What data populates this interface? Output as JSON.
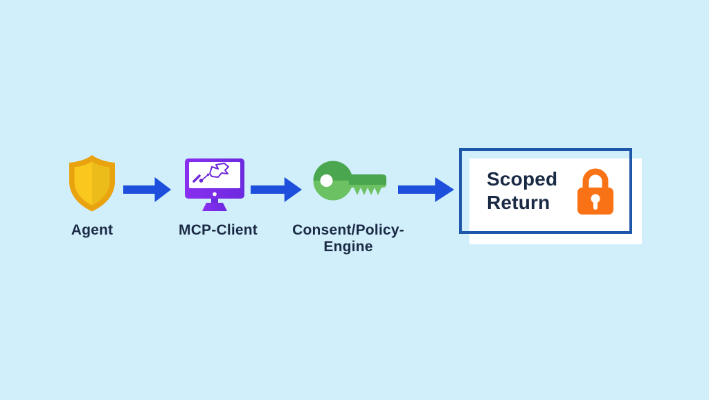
{
  "diagram": {
    "background_color": "#d1effb",
    "arrow_color": "#1d4fdc",
    "label_color": "#1b2a44",
    "nodes": [
      {
        "id": "agent",
        "label": "Agent",
        "icon": "shield-icon",
        "icon_colors": {
          "outer": "#e8a30e",
          "inner": "#f9c71d"
        }
      },
      {
        "id": "mcp-client",
        "label": "MCP-Client",
        "icon": "monitor-icon",
        "icon_colors": {
          "frame": "#7b2ce8",
          "screen": "#ffffff",
          "doodle": "#6d28d9",
          "stand": "#6c2ade"
        }
      },
      {
        "id": "consent-policy-engine",
        "label": "Consent/Policy-Engine",
        "label_lines": [
          "Consent/Policy-",
          "Engine"
        ],
        "icon": "key-icon",
        "icon_colors": {
          "dark_green": "#4aa750",
          "light_green": "#6cc163",
          "hole": "#ffffff"
        }
      },
      {
        "id": "scoped-return",
        "label": "Scoped Return",
        "label_lines": [
          "Scoped",
          "Return"
        ],
        "icon": "lock-icon",
        "icon_colors": {
          "lock": "#f97316",
          "keyhole": "#ffffff"
        },
        "box": {
          "border_color": "#1e57a9",
          "fill_color": "#ffffff"
        }
      }
    ],
    "arrows": [
      {
        "id": "arrow-1",
        "from": "agent",
        "to": "mcp-client"
      },
      {
        "id": "arrow-2",
        "from": "mcp-client",
        "to": "consent-policy-engine"
      },
      {
        "id": "arrow-3",
        "from": "consent-policy-engine",
        "to": "scoped-return"
      }
    ]
  }
}
